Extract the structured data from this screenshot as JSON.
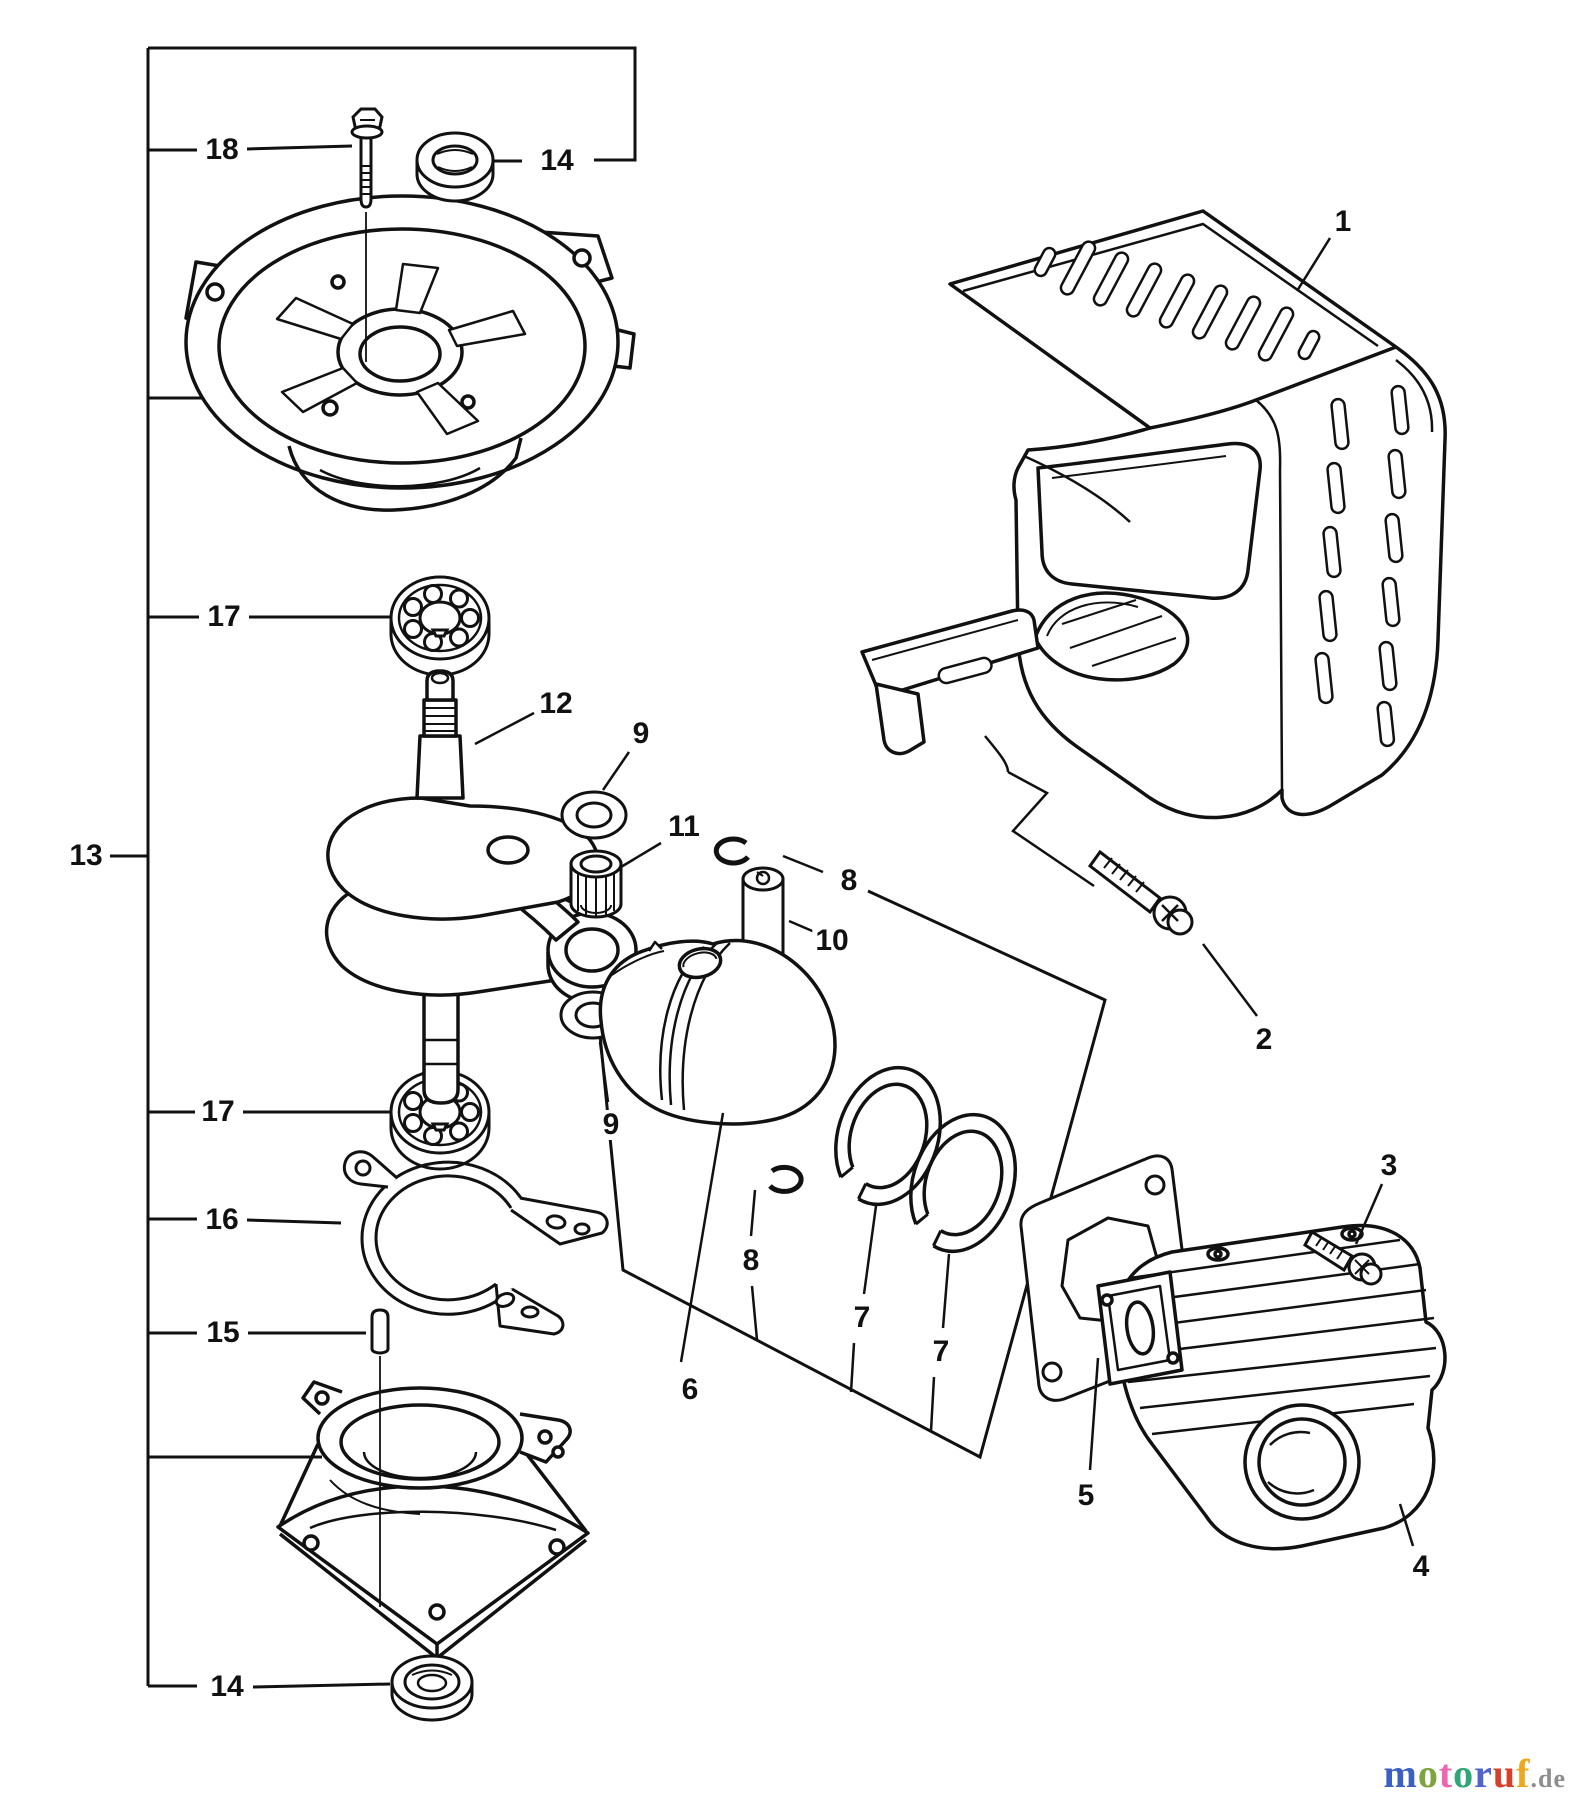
{
  "diagram": {
    "callouts": {
      "c1": "1",
      "c2": "2",
      "c3": "3",
      "c4": "4",
      "c5": "5",
      "c6": "6",
      "c7a": "7",
      "c7b": "7",
      "c8a": "8",
      "c8b": "8",
      "c9a": "9",
      "c9b": "9",
      "c10": "10",
      "c11": "11",
      "c12": "12",
      "c13": "13",
      "c15": "15",
      "c16": "16",
      "c18": "18",
      "c14a": "14",
      "c14b": "14",
      "c17a": "17",
      "c17b": "17"
    },
    "watermark": {
      "letters": [
        {
          "ch": "m",
          "style": "color:#3c5fc2"
        },
        {
          "ch": "o",
          "style": "color:#7da43d"
        },
        {
          "ch": "t",
          "style": "color:#ea67b1"
        },
        {
          "ch": "o",
          "style": "color:#2fa578"
        },
        {
          "ch": "r",
          "style": "color:#5164ce"
        },
        {
          "ch": "u",
          "style": "color:#d6402b"
        },
        {
          "ch": "f",
          "style": "color:#eda81f"
        }
      ],
      "suffix": ".de",
      "suffix_style": "color:#8e8e8e"
    },
    "line_color": "#111111",
    "background": "#ffffff"
  }
}
